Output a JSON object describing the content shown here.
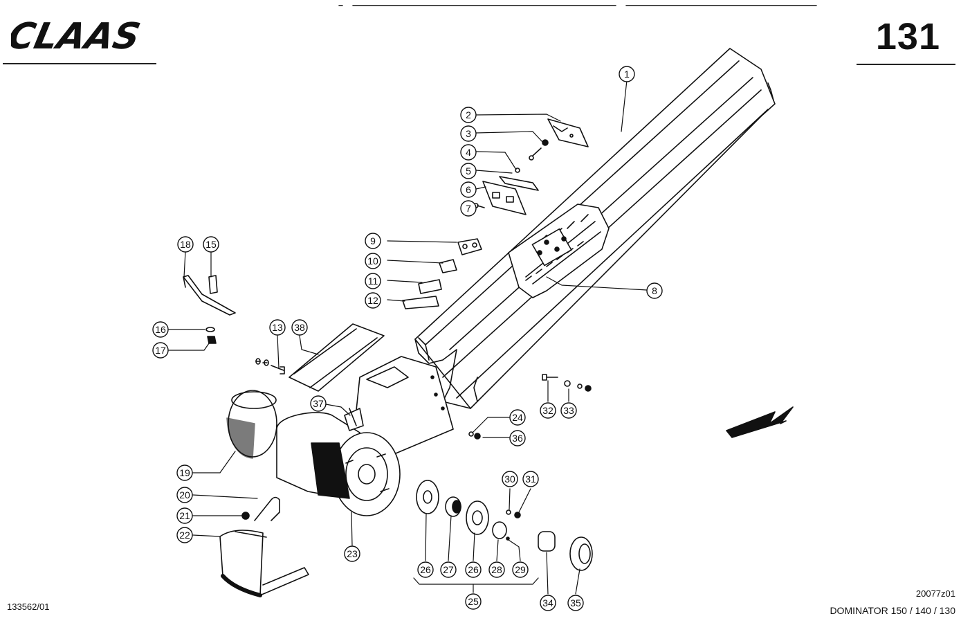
{
  "header": {
    "brand": "CLAAS",
    "page_number": "131"
  },
  "footer": {
    "document_id": "133562/01",
    "drawing_number": "20077z01",
    "model": "DOMINATOR 150 / 140 / 130"
  },
  "callouts": [
    "1",
    "2",
    "3",
    "4",
    "5",
    "6",
    "7",
    "8",
    "9",
    "10",
    "11",
    "12",
    "13",
    "15",
    "16",
    "17",
    "18",
    "19",
    "20",
    "21",
    "22",
    "23",
    "24",
    "25",
    "26",
    "27",
    "26",
    "28",
    "29",
    "30",
    "31",
    "32",
    "33",
    "34",
    "35",
    "36",
    "37",
    "38"
  ],
  "colors": {
    "ink": "#111111",
    "paper": "#ffffff"
  }
}
